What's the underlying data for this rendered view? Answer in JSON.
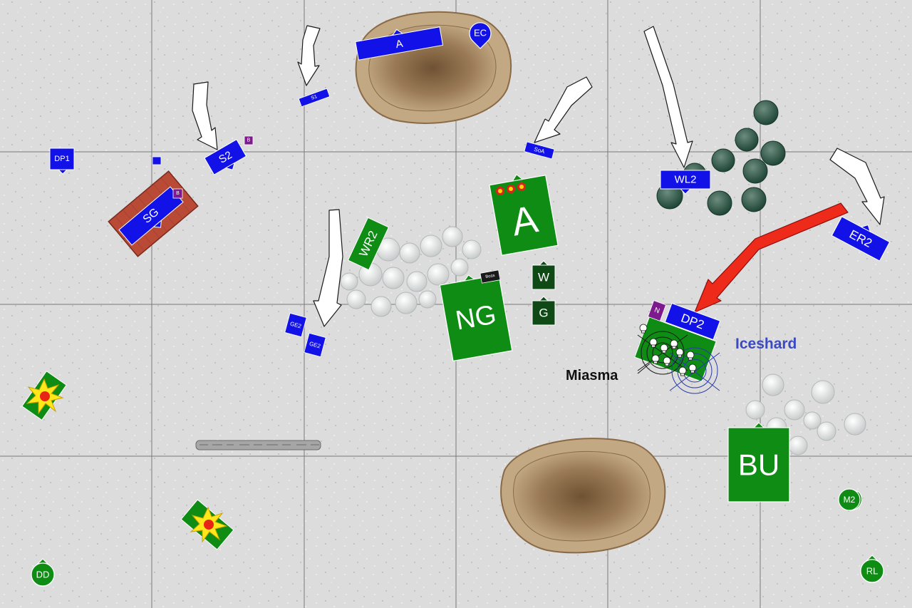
{
  "colors": {
    "board": "#dcdcdc",
    "grid": "#7a7a7a",
    "blue_army": "#1212e8",
    "green_army": "#0e8c14",
    "dark_green": "#0f4a16",
    "purple": "#7d1a8e",
    "charge_arrow": "#ee2a1a",
    "move_arrow": "#ffffff",
    "hill": "#b89a74",
    "forest": "#eef0f0",
    "dark_forest": "#2f5a46",
    "building": "#b84a36"
  },
  "blue_units": {
    "a_top": "A",
    "ec": "EC",
    "s1": "S1",
    "soa": "SoA",
    "s2": "S2",
    "dp1": "DP1",
    "sg": "SG",
    "wl2": "WL2",
    "er2": "ER2",
    "ge2_a": "GE2",
    "ge2_b": "GE2",
    "dp2": "DP2"
  },
  "green_units": {
    "a_big": "A",
    "wr2": "WR2",
    "ng": "NG",
    "w": "W",
    "g": "G",
    "bu": "BU",
    "m2": "M2",
    "rl": "RL",
    "dd": "DD",
    "boss": "Boss"
  },
  "markers": {
    "purple_s2": "B",
    "purple_sg": "B",
    "purple_dp2": "N"
  },
  "annotations": {
    "miasma": "Miasma",
    "iceshard": "Iceshard"
  }
}
